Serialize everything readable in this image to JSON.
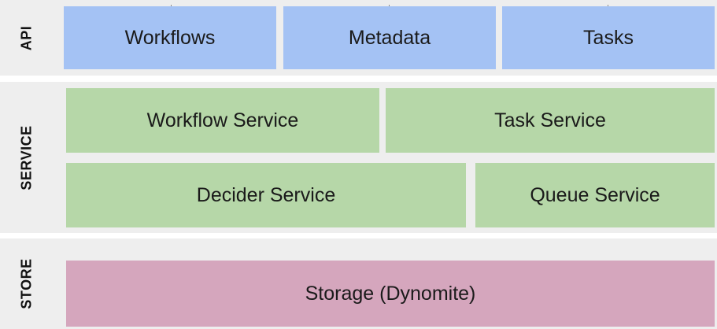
{
  "layers": {
    "api": {
      "label": "API",
      "boxes": [
        "Workflows",
        "Metadata",
        "Tasks"
      ]
    },
    "service": {
      "label": "SERVICE",
      "boxes": [
        "Workflow Service",
        "Task Service",
        "Decider Service",
        "Queue Service"
      ]
    },
    "store": {
      "label": "STORE",
      "boxes": [
        "Storage (Dynomite)"
      ]
    }
  },
  "colors": {
    "band_background": "#eeeeee",
    "api_box": "#a4c2f4",
    "service_box": "#b6d7a8",
    "store_box": "#d5a6bd"
  }
}
